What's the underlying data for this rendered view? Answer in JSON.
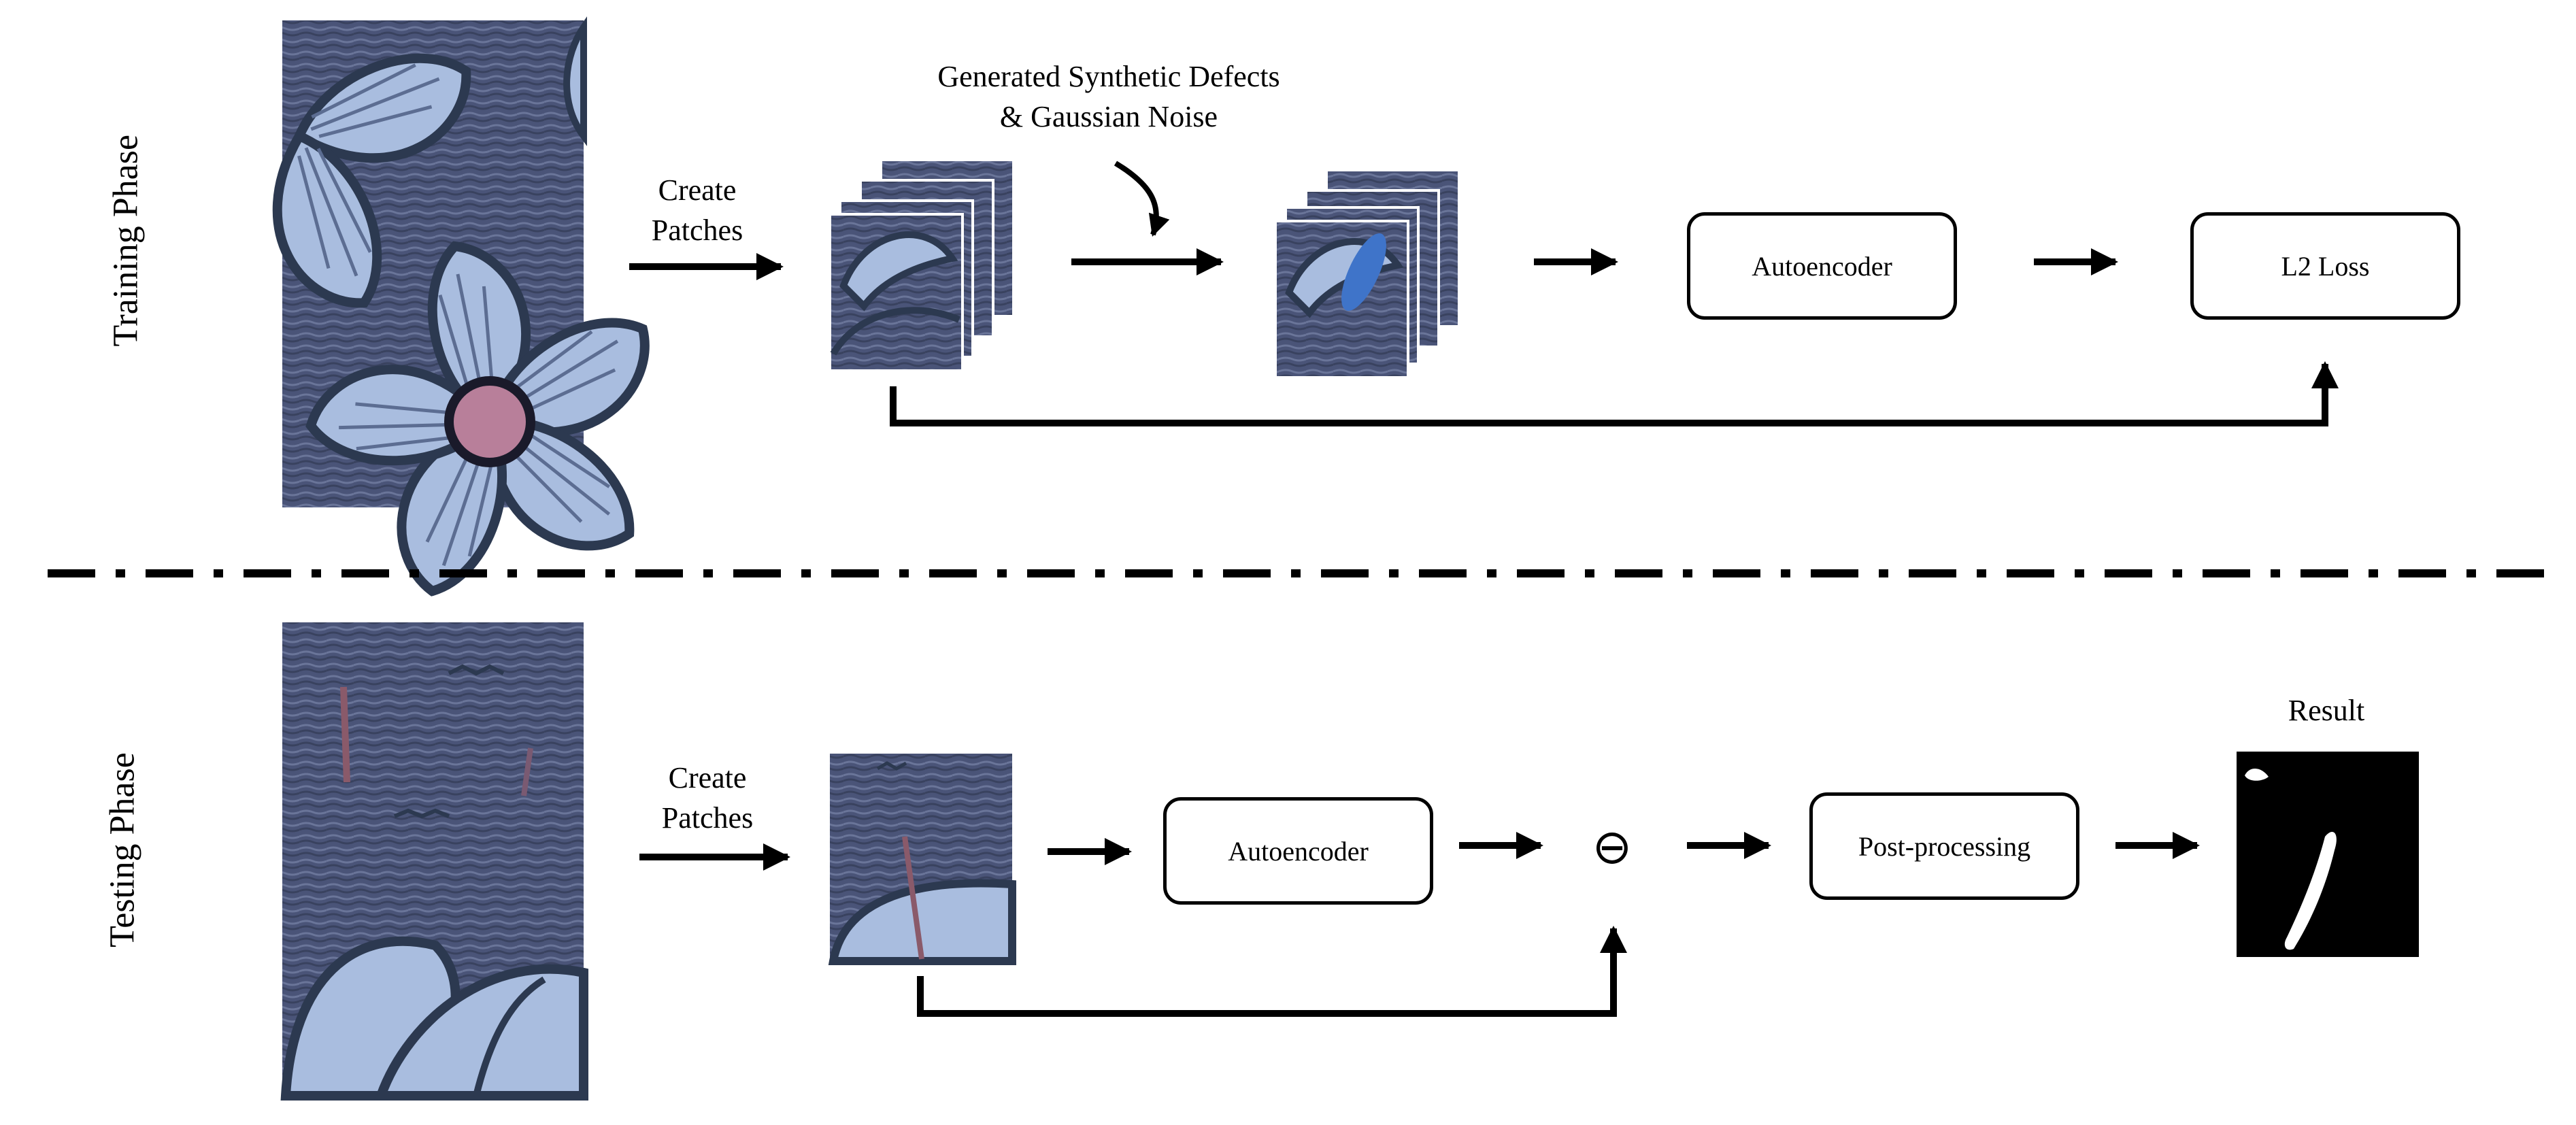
{
  "phases": {
    "training": "Training Phase",
    "testing": "Testing Phase"
  },
  "training": {
    "create_patches": [
      "Create",
      "Patches"
    ],
    "synthetic_label": [
      "Generated Synthetic Defects",
      "& Gaussian Noise"
    ],
    "autoencoder": "Autoencoder",
    "loss": "L2 Loss"
  },
  "testing": {
    "create_patches": [
      "Create",
      "Patches"
    ],
    "autoencoder": "Autoencoder",
    "subtract_symbol": "⊖",
    "postprocessing": "Post-processing",
    "result_label": "Result"
  },
  "colors": {
    "fabric_base": "#4a5478",
    "petal": "#a9bddf",
    "petal_dark": "#2c3950",
    "defect_blob": "#3f74c9",
    "result_bg": "#000000",
    "result_fg": "#ffffff"
  }
}
